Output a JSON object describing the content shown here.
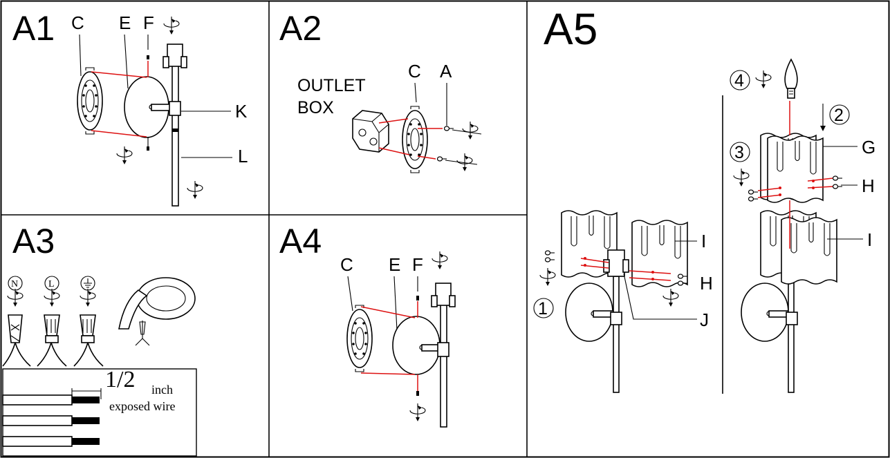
{
  "panels": {
    "a1": {
      "title": "A1",
      "labels": {
        "c": "C",
        "e": "E",
        "f": "F",
        "k": "K",
        "l": "L"
      }
    },
    "a2": {
      "title": "A2",
      "outlet_line1": "OUTLET",
      "outlet_line2": "BOX",
      "labels": {
        "c": "C",
        "a": "A"
      }
    },
    "a3": {
      "title": "A3",
      "wire_symbols": {
        "n": "N",
        "l": "L"
      },
      "fraction": "1/2",
      "unit": "inch",
      "caption": "exposed wire"
    },
    "a4": {
      "title": "A4",
      "labels": {
        "c": "C",
        "e": "E",
        "f": "F"
      }
    },
    "a5": {
      "title": "A5",
      "steps": {
        "s1": "1",
        "s2": "2",
        "s3": "3",
        "s4": "4"
      },
      "labels": {
        "g": "G",
        "h_top": "H",
        "i_top": "I",
        "i_left": "I",
        "h_left": "H",
        "j": "J"
      }
    }
  },
  "colors": {
    "line": "#000000",
    "accent": "#d11111"
  }
}
